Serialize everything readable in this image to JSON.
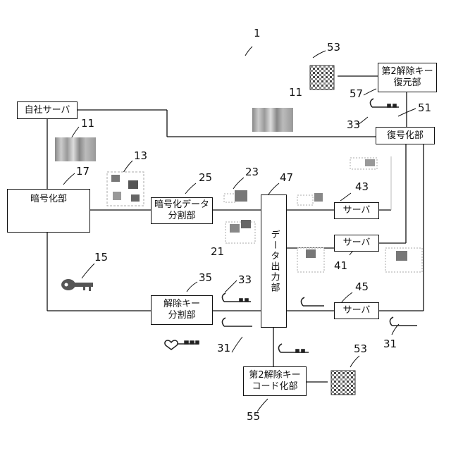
{
  "figure_number": "1",
  "boxes": {
    "own_server": "自社サーバ",
    "encrypt_unit": "暗号化部",
    "split_unit_line1": "暗号化データ",
    "split_unit_line2": "分割部",
    "data_output_unit": "データ出力部",
    "key_split_unit_line1": "解除キー",
    "key_split_unit_line2": "分割部",
    "server_43": "サーバ",
    "server_41": "サーバ",
    "server_45": "サーバ",
    "second_key_restore_line1": "第2解除キー",
    "second_key_restore_line2": "復元部",
    "decrypt_unit": "復号化部",
    "second_key_code_line1": "第2解除キー",
    "second_key_code_line2": "コード化部"
  },
  "labels": {
    "n11_left": "11",
    "n11_right": "11",
    "n13": "13",
    "n15": "15",
    "n17": "17",
    "n21": "21",
    "n23": "23",
    "n25": "25",
    "n31_left": "31",
    "n31_right": "31",
    "n33_left": "33",
    "n33_top": "33",
    "n35": "35",
    "n41": "41",
    "n43": "43",
    "n45": "45",
    "n47": "47",
    "n51": "51",
    "n53_top": "53",
    "n53_bottom": "53",
    "n55": "55",
    "n57": "57"
  }
}
